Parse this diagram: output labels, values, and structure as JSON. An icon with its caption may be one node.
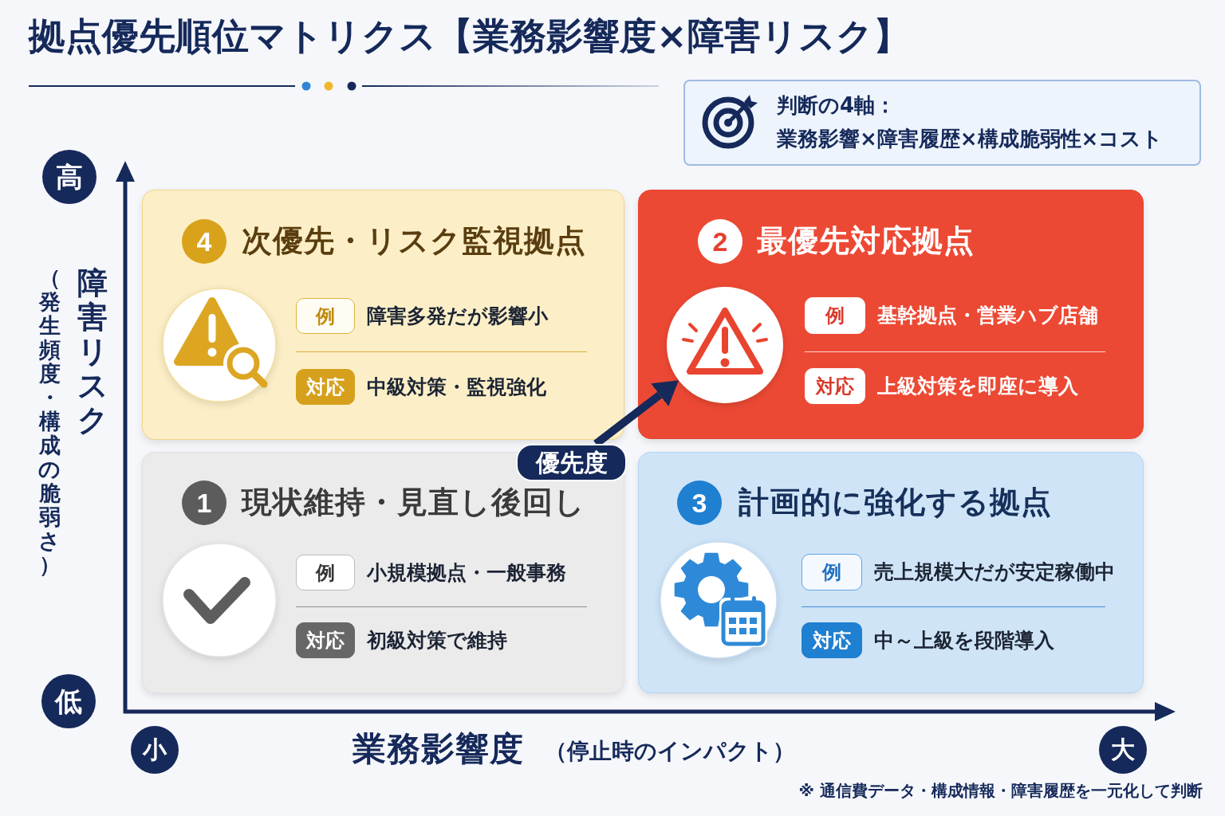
{
  "diagram": {
    "title": "拠点優先順位マトリクス【業務影響度×障害リスク】",
    "nodes": [
      {
        "text": [
          "判断の4軸：",
          "業務影響×障害履歴×構成脆弱性×コスト"
        ]
      },
      {
        "text": [
          "高"
        ]
      },
      {
        "text": [
          "次優先・リスク監視拠点"
        ]
      },
      {
        "text": [
          "4"
        ],
        "in": 2
      },
      {
        "text": [
          "例"
        ],
        "in": 2,
        "beside": [
          "障害多発だが影響小"
        ]
      },
      {
        "text": [
          "対応"
        ],
        "in": 2,
        "beside": [
          "中級対策・監視強化"
        ]
      },
      {
        "text": [
          "最優先対応拠点"
        ]
      },
      {
        "text": [
          "2"
        ],
        "in": 6
      },
      {
        "text": [],
        "shape": "circle",
        "in": 6
      },
      {
        "text": [
          "例"
        ],
        "in": 6,
        "beside": [
          "基幹拠点・営業ハブ店舗"
        ]
      },
      {
        "text": [
          "対応"
        ],
        "in": 6,
        "beside": [
          "上級対策を即座に導入"
        ]
      },
      {
        "text": [
          "優先度"
        ]
      },
      {
        "text": [
          "現状維持・見直し後回し"
        ]
      },
      {
        "text": [
          "1"
        ],
        "in": 12
      },
      {
        "text": [
          "例"
        ],
        "in": 12,
        "beside": [
          "小規模拠点・一般事務"
        ]
      },
      {
        "text": [
          "対応"
        ],
        "in": 12,
        "beside": [
          "初級対策で維持"
        ]
      },
      {
        "text": [
          "計画的に強化する拠点"
        ]
      },
      {
        "text": [
          "3"
        ],
        "in": 16
      },
      {
        "text": [
          "例"
        ],
        "in": 16,
        "beside": [
          "売上規模大だが安定稼働中"
        ]
      },
      {
        "text": [
          "対応"
        ],
        "in": 16,
        "beside": [
          "中～上級を段階導入"
        ]
      },
      {
        "text": [
          "低"
        ]
      },
      {
        "text": [
          "小"
        ]
      },
      {
        "text": [
          "大"
        ]
      }
    ],
    "edges": [
      {
        "from": 11,
        "to": 8,
        "arrow": "to"
      }
    ],
    "labels": [
      "障害リスク",
      "（発生頻度・構成の脆弱さ）",
      "業務影響度",
      "（停止時のインパクト）",
      "※ 通信費データ・構成情報・障害履歴を一元化して判断"
    ]
  }
}
